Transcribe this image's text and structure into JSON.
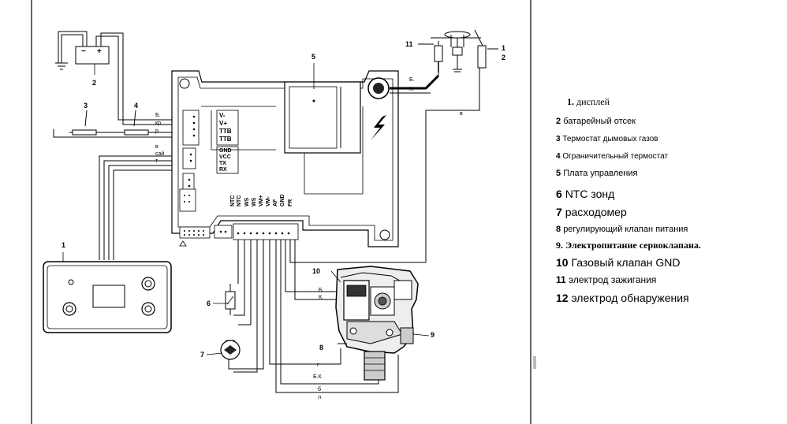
{
  "callouts": {
    "c1_top": "1",
    "c2_top": "2",
    "c1_panel": "1",
    "c2_battery": "2",
    "c3": "3",
    "c4": "4",
    "c5": "5",
    "c6": "6",
    "c7": "7",
    "c8": "8",
    "c9": "9",
    "c10": "10",
    "c11": "11"
  },
  "wire_labels": {
    "b_top": "Б.",
    "k_top": "К.",
    "v_right": "в",
    "b_left": "Б.",
    "kr": "кр.",
    "r": "р",
    "b_sm": "в",
    "say": "сай",
    "t": "т",
    "b_k_mid": "Б.",
    "k_mid": "К.",
    "g_bottom": "г",
    "bk_bottom": "Б.К",
    "b_bottom": "б",
    "l_bottom": "л"
  },
  "board_terminals": {
    "left_group": [
      "V-",
      "V+",
      "TTB",
      "TTB"
    ],
    "comm_group": [
      "GND",
      "VCC",
      "TX",
      "RX"
    ],
    "bottom_group": [
      "NTC",
      "NTC",
      "WS",
      "WS",
      "VM+",
      "VM-",
      "AF",
      "GND",
      "FR"
    ]
  },
  "battery_symbols": {
    "minus": "−",
    "plus": "+"
  },
  "legend": [
    {
      "num": "1.",
      "text": "дисплей"
    },
    {
      "num": "2",
      "text": "батарейный отсек"
    },
    {
      "num": "3",
      "text": "Термостат дымовых газов"
    },
    {
      "num": "4",
      "text": "Ограничительный термостат"
    },
    {
      "num": "5",
      "text": "Плата управления"
    },
    {
      "num": "6",
      "text": "NTC зонд"
    },
    {
      "num": "7",
      "text": "расходомер"
    },
    {
      "num": "8",
      "text": "регулирующий клапан питания"
    },
    {
      "num": "9.",
      "text": "Электропитание сервоклапана."
    },
    {
      "num": "10",
      "text": "Газовый клапан GND"
    },
    {
      "num": "11",
      "text": "электрод зажигания"
    },
    {
      "num": "12",
      "text": "электрод обнаружения"
    }
  ]
}
